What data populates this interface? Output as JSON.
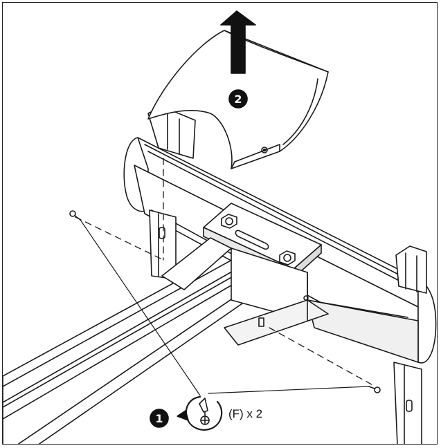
{
  "steps": {
    "step1": {
      "badge": "1",
      "label": "(F) x 2"
    },
    "step2": {
      "badge": "2"
    }
  },
  "icons": {
    "rotate": "counterclockwise-rotate-icon",
    "screwdriver": "screwdriver-icon",
    "arrow": "lift-up-arrow-icon"
  },
  "colors": {
    "line": "#1a1a1a",
    "fill": "#ffffff",
    "shade": "#e9e9e9"
  }
}
